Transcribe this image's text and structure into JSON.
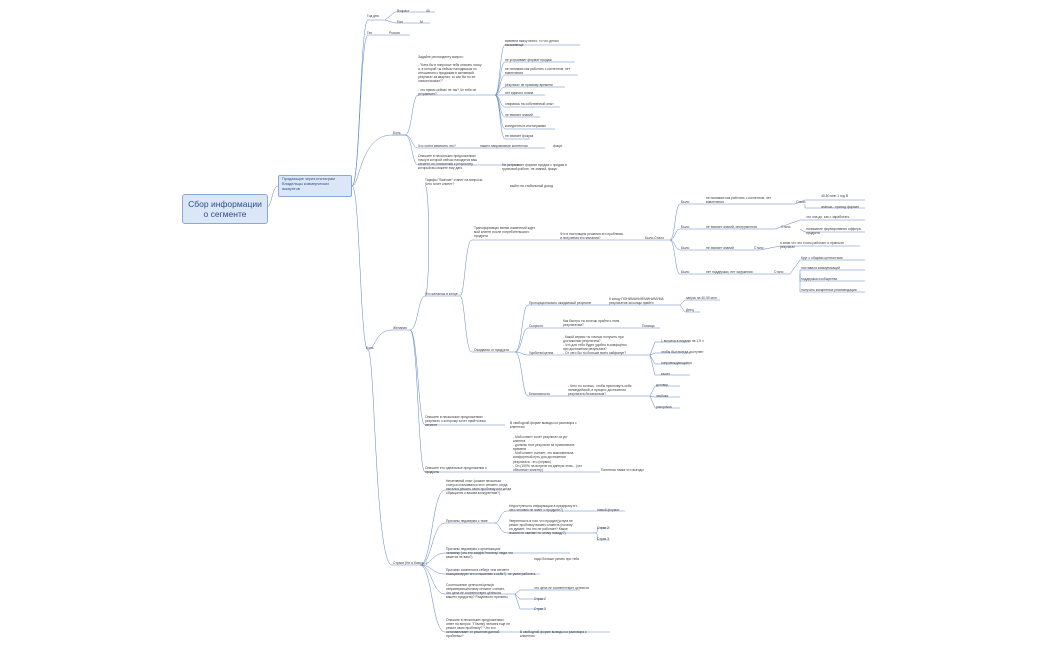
{
  "root": "Сбор информации\nо сегменте",
  "main": "Продающие через инстаграм\nВладельцы коммерческих\nаккаунтов",
  "portrait": {
    "age_label": "Год дня",
    "age_sub": "Возраст",
    "age_val": "40",
    "gender_sub": "Пол",
    "gender_val": "М",
    "geo_label": "Гео",
    "geo_val": "Россия"
  },
  "pains": {
    "label": "Боль",
    "q1": "Задайте респонденту вопрос:",
    "q2": "- \"Ката бы в попросил тебя описать почку\nа, в которой ты сейчас находишься по\nотношению к продажам в желаемый\nрезультат за квартал, то как бы ты ее\nописал/сказал?\"",
    "q3": "- что прямо сейчас не так? Чо тебя не\nустраивает?",
    "items": [
      "времени вкачу много, то что делал\nвызывающе",
      "не устраивает формат продаж",
      "не понимаю как работать с контентом, нет\nвовлечения",
      "результат не прямому времени",
      "нет единого плана",
      "опираюсь на собственный опыт",
      "не хватает знаний",
      "конкуренты в инстаграмме",
      "не хватает фокуса"
    ],
    "change_q": "Что хотел изменить это?",
    "change_a": "нашел направление контентом",
    "change_a2": "фокус",
    "q4": "Опишите в нескольких предложениях\nпочку в которой сейчас находятся ваш\nсегмент по отношению к результату,\nкоторый вы можете ему дать",
    "a4": "Не устраивает формат продаж с продаж в\nгрупповой работе, не знаний, фокус"
  },
  "desires": {
    "label": "Желания",
    "main_q": "Что желаешь в конце...",
    "pain_title": "Тарифы \"Виз/ние\" станет на вопросы:\nЧего хочет клиент?",
    "pain_answer": "выйти на стабильный доход",
    "transform": "Трансформация всеми изменений ждет\nмой клиент после потребительского\nпродукта",
    "before_after": "Что в настоящем решения его проблемы\nи получения его желания?",
    "before": "Было-Стало",
    "branches": [
      {
        "was": "Было",
        "text": "не понимаю как работать с контентом, нет\nвовлечения",
        "became": "Стало",
        "items": [
          "40-50 млн 1 год В",
          "знаешь - приход формат"
        ]
      },
      {
        "was": "Было",
        "text": "не хватает знаний, инструментов",
        "became": "Стало",
        "items": [
          "что она до, как с заработать",
          "понимание формирования оффера,\nпродукта"
        ]
      },
      {
        "was": "Было",
        "text": "не хватает знаний",
        "became": "Стало",
        "items": [
          "я знаю что это точно работает и приносит\nрезультат"
        ]
      },
      {
        "was": "Было",
        "text": "нет поддержки, нет окружения",
        "became": "Стало",
        "items": [
          "Круг с общими ценностями",
          "поставила коммуникаций",
          "поддержка сообщества",
          "получить конкретные рекомендации"
        ]
      }
    ],
    "expect_label": "Ожидания от продукта",
    "expect_result": "Пропорционально ожидаемый результат",
    "expect_result_a": "К концу ПОНИМАНИЯ/МИНИМУМА\nрезультатов за концы прийти",
    "expect_result_items": [
      "запуск на 40-50 млн",
      "Днец"
    ],
    "speed": "Скорость",
    "speed_q": "Как быстро ты хочешь прийти к этим\nрезультатам?",
    "speed_a": "Помощь",
    "conv": "Удобство/ценна",
    "conv_q": "- Какой сервис ты хочешь получить при\nдостижении результата?\n- Что для тебя будет удобно в комфортно\nпри достижении результата?\n- От чего бы ты больше всего кайфанул?",
    "conv_items": [
      "1 встреча в неделю на 1,5 ч",
      "чтобы был всегда доступен",
      "сопровождающиеся",
      "кэшэт"
    ],
    "safety": "Безопасность",
    "safety_q": "- Чего ты хочешь, чтобы пресловуть себя\nналиндийской, в процесс достижения\nрезультата безопасным?",
    "safety_items": [
      "договор",
      "чекбока",
      "рассрочка"
    ],
    "desc_q": "Опишите в нескольких предложениях\nрезультат, к которому хочет прийти ваш\nсегмент",
    "desc_a": "В свободной форме выводы из разговора с\nклиентом",
    "ideal_q": "Опишите его идеальные предложения к\nпродукта",
    "ideal_a": "- Мой клиент хочет результат из уст\nклиента\n- должны этот результат за приемлемое\nвремени\n- Мой клиент считает, что максимальна\nкомфортный путь для достижения\nрезультата - это (сервис)\n- Он (100% на встрече на данную этом... (что\nобеспечит клиенту)",
    "ideal_a2": "Понятная также что выгоды"
  },
  "fears": {
    "label": "Страхи (Не я боюсь...)",
    "neg": "Негативный опыт (сказан несколько\nстатуса сталкивался этот сегмент, когда\nпытался решить свою проблему или когда\nобращался к вашим конкурентам?)",
    "reasons": "Причины недоверия к теме",
    "reason1": "Недоступность информации в предприсутст,\nчего человек не знает о продукте?)",
    "reason1_a": "новый формат",
    "reason2": "Уверенность в том, что продукт(услуга не\nрешит проблему вашего клиента (почему\nон думает, что это не работает? Какое\nзнания не хватает по этому поводу?)",
    "reason2_items": [
      "Страх 2",
      "Страх 3"
    ],
    "trust": "Причины недоверия к организации/\nчеловеку (что его заодно?почему/ люди что\nкажется не вам?)",
    "trust_a": "надо больше узнать про тебя",
    "self": "Причины сомнения в себе(и чем сегмент\nпозиционирует его отношению к себе?)",
    "self_a": "не умею работать",
    "value": "Соотношение ценности/цены(в\nнеприверины/почему сегмент считает,\nчто цена не соответствует ценности\nвашего продукта)? Разумности причины",
    "value_items": [
      "что цена не соответствует ценности",
      "Страх 2",
      "Страх 3"
    ],
    "summary_q": "Опишите в нескольких предложениях\nответ на вопрос: \"Почему человек еще не\nрешил свою проблему?\" Что его\nостанавливает от решения данной\nпроблемы?",
    "summary_a": "В свободной форме выводы из разговора с\nклиентом",
    "reason_label": "Боль"
  },
  "colors": {
    "line": "#5b84c4",
    "node": "#dbe6f6",
    "text": "#3c3c3c"
  }
}
